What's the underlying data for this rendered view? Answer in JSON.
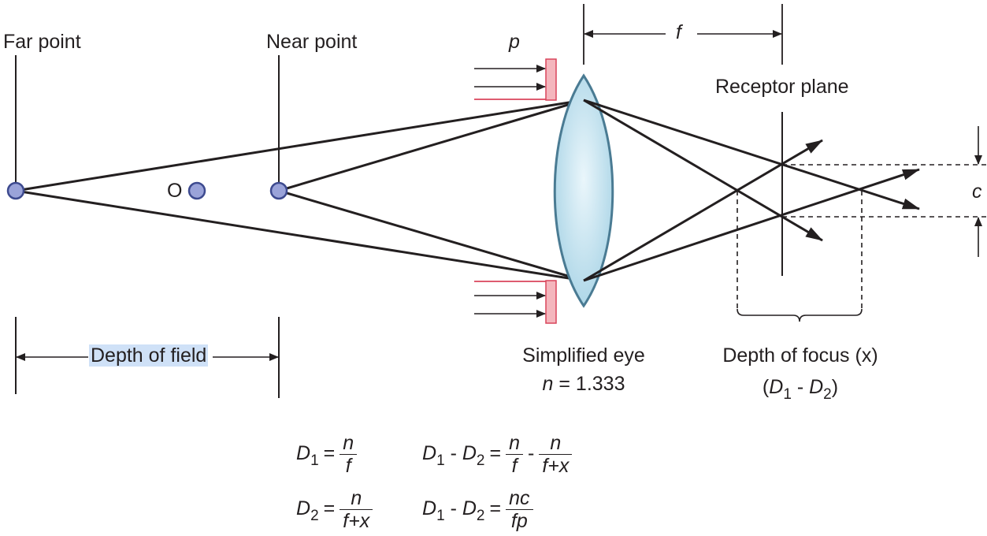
{
  "labels": {
    "far_point": "Far point",
    "near_point": "Near point",
    "o_mark": "O",
    "receptor_plane": "Receptor plane",
    "p": "p",
    "f": "f",
    "c": "c",
    "depth_of_field": "Depth of field",
    "simplified_eye": "Simplified eye",
    "n_value": "n = 1.333",
    "depth_of_focus": "Depth of focus (x)",
    "depth_of_focus_formula": "(D1 - D2)"
  },
  "equations": {
    "eq1": {
      "lhs": "D1 =",
      "num": "n",
      "den": "f"
    },
    "eq2": {
      "lhs": "D2 =",
      "num": "n",
      "den": "f+x"
    },
    "eq3": {
      "lhs": "D1 - D2 =",
      "num1": "n",
      "den1": "f",
      "minus": "-",
      "num2": "n",
      "den2": "f+x"
    },
    "eq4": {
      "lhs": "D1 - D2 =",
      "num": "nc",
      "den": "fp"
    }
  },
  "colors": {
    "ink": "#231f20",
    "lens_fill": "#c9e6f2",
    "lens_stroke": "#4a7b93",
    "point_fill": "#9aa3d9",
    "point_stroke": "#3d4a8f",
    "aperture_fill": "#f4b6bd",
    "aperture_stroke": "#d9455b",
    "highlight": "#cfe1f7"
  }
}
